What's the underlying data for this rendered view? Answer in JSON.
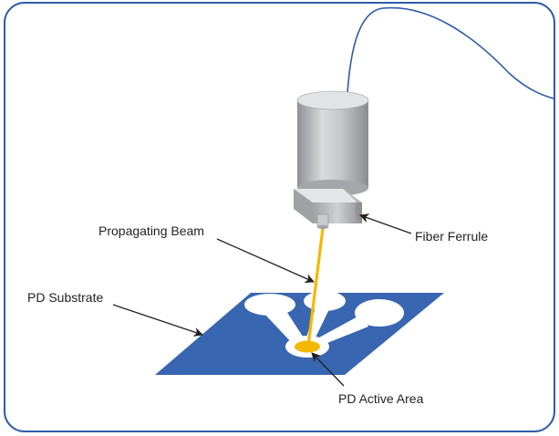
{
  "labels": {
    "propagating_beam": "Propagating Beam",
    "fiber_ferrule": "Fiber Ferrule",
    "pd_substrate": "PD Substrate",
    "pd_active_area": "PD Active Area"
  },
  "colors": {
    "frame": "#2e5ca8",
    "substrate": "#3866b0",
    "fiber": "#2e5ca8",
    "beam": "#f5b800",
    "active_area": "#f5b800",
    "ferrule": "#b4b5b8"
  }
}
